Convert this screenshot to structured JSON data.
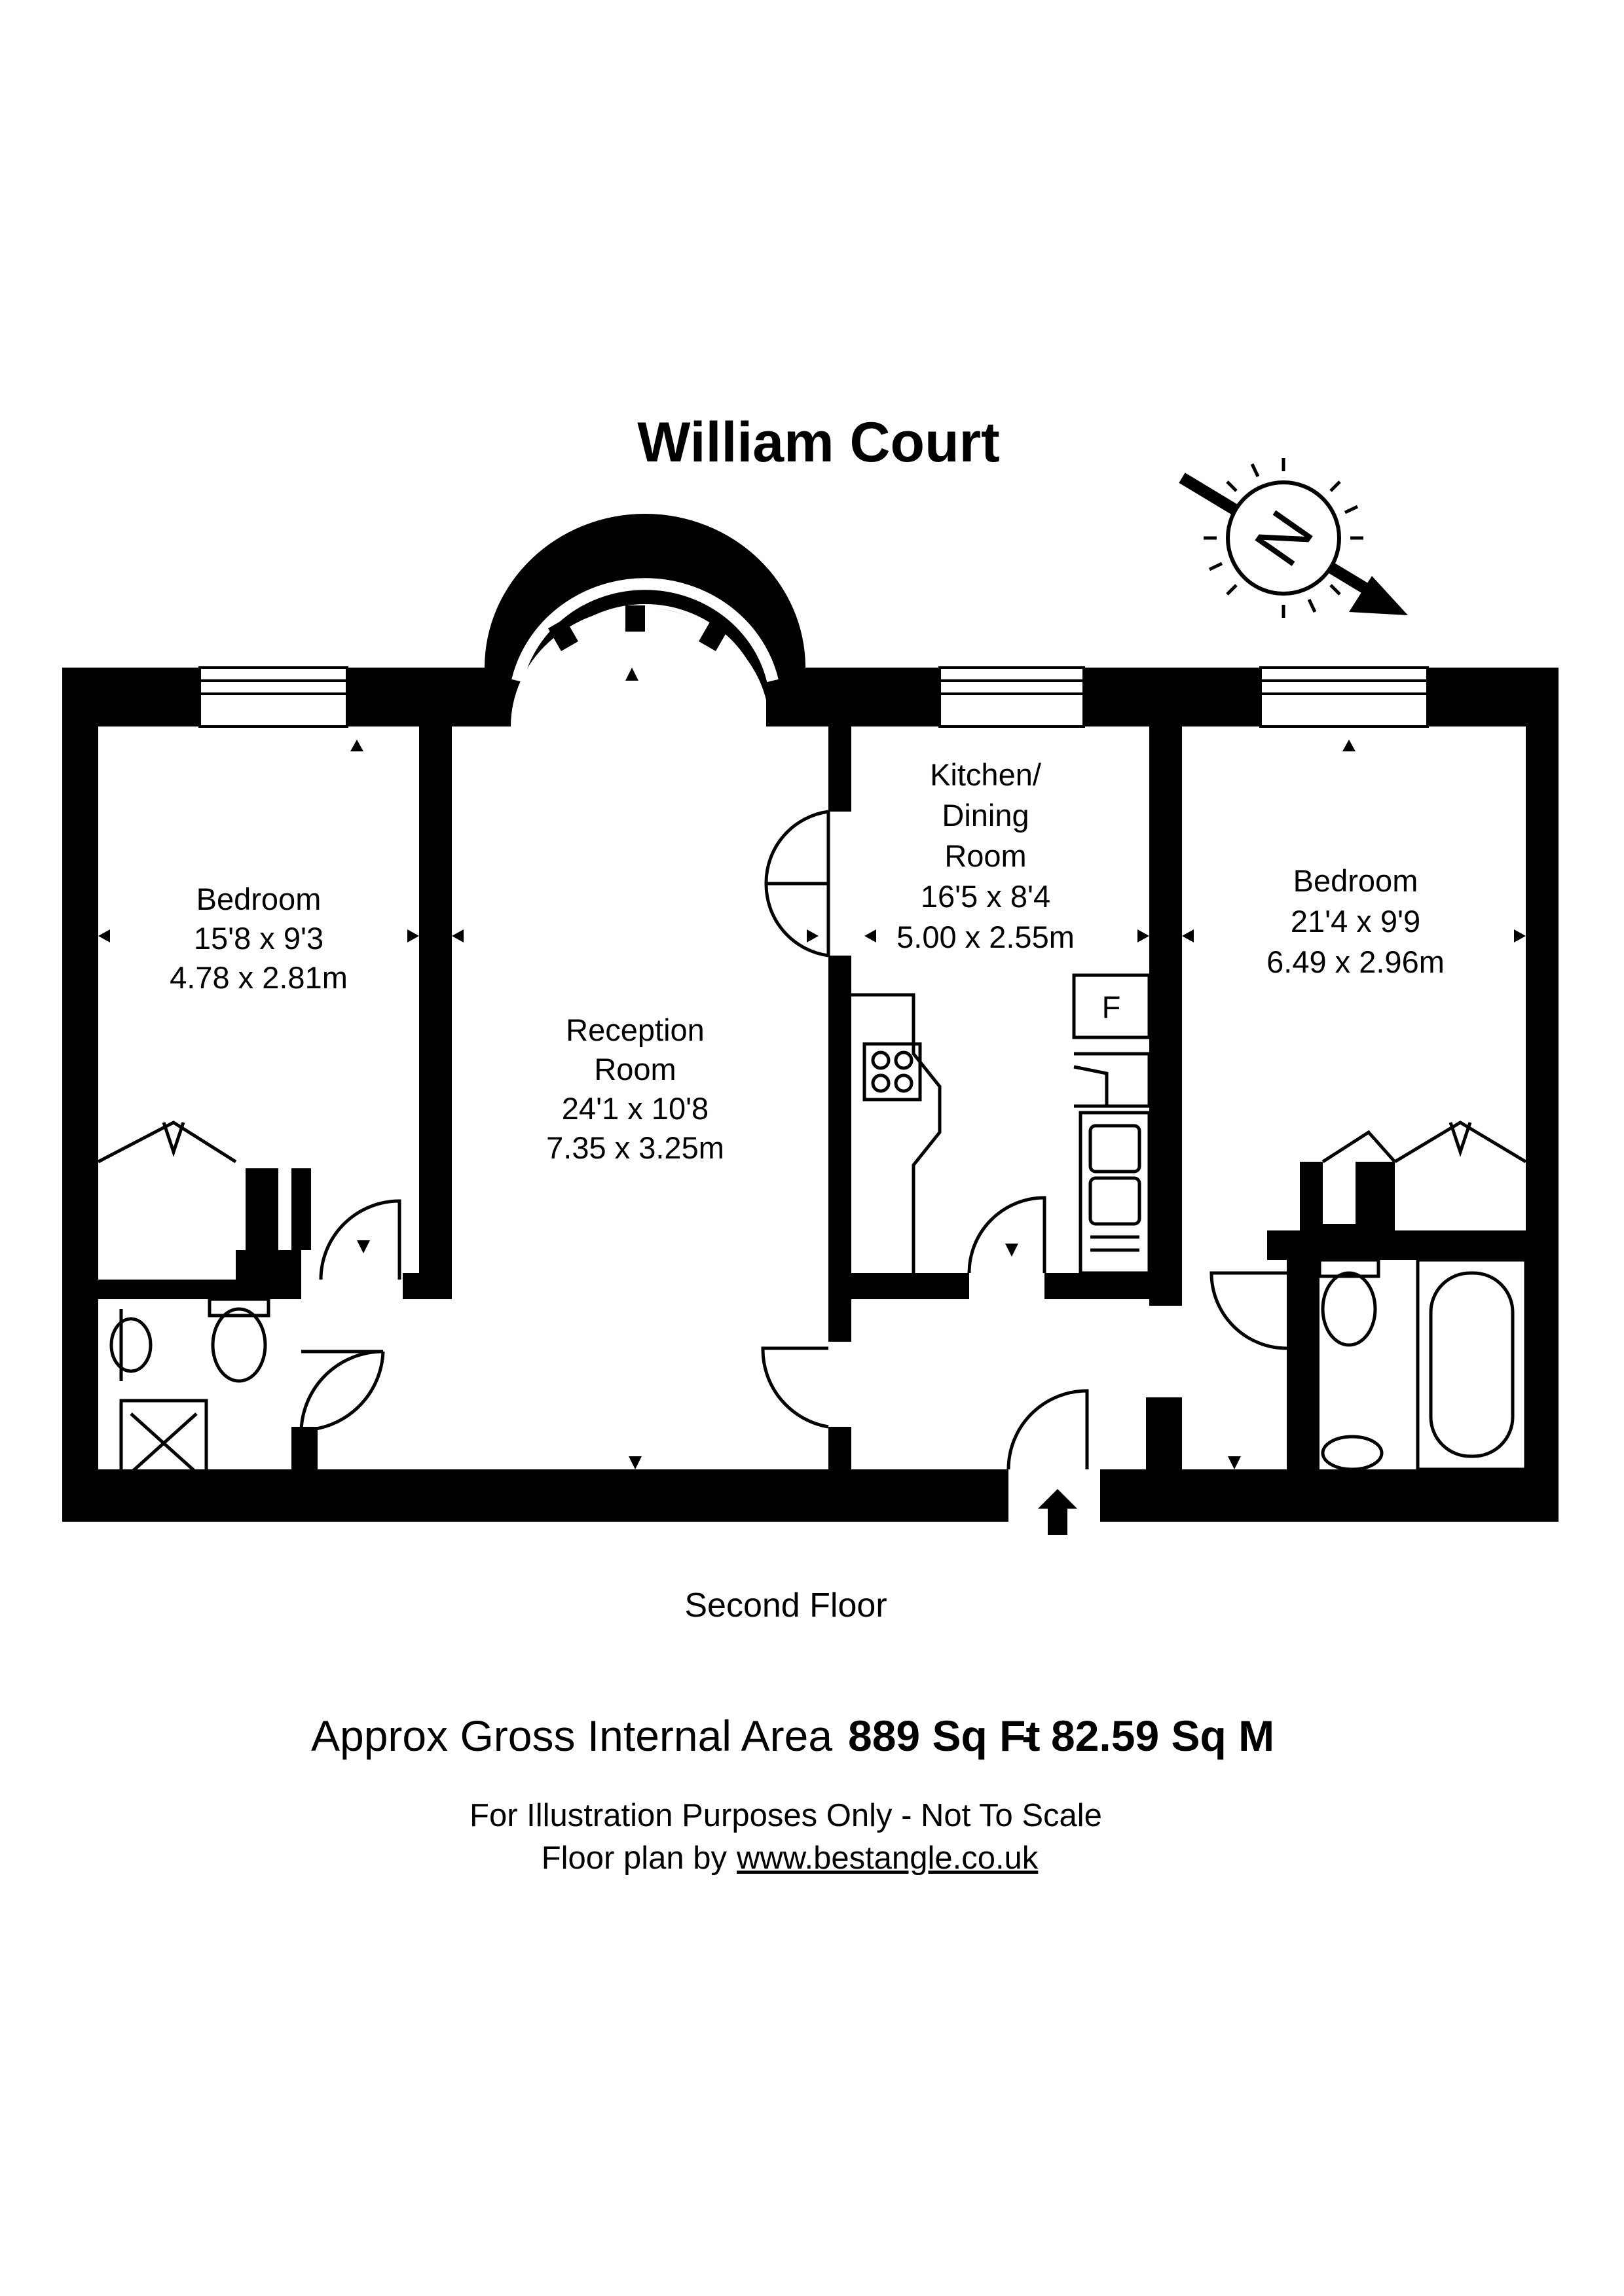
{
  "title": "William Court",
  "compass_letter": "N",
  "rooms": [
    {
      "name": "Bedroom",
      "imperial": "15'8 x 9'3",
      "metric": "4.78 x 2.81m"
    },
    {
      "name": "Reception",
      "name2": "Room",
      "imperial": "24'1 x 10'8",
      "metric": "7.35 x 3.25m"
    },
    {
      "name": "Kitchen/",
      "name2": "Dining",
      "name3": "Room",
      "imperial": "16'5 x 8'4",
      "metric": "5.00 x 2.55m"
    },
    {
      "name": "Bedroom",
      "imperial": "21'4 x 9'9",
      "metric": "6.49 x 2.96m"
    }
  ],
  "fridge_label": "F",
  "floor_label": "Second Floor",
  "area": {
    "label": "Approx Gross Internal Area",
    "sq_ft": "889 Sq Ft",
    "separator": "-",
    "sq_m": "82.59 Sq M"
  },
  "disclaimer": "For Illustration Purposes Only - Not To Scale",
  "credit": {
    "prefix": "Floor plan by",
    "link": "www.bestangle.co.uk"
  }
}
